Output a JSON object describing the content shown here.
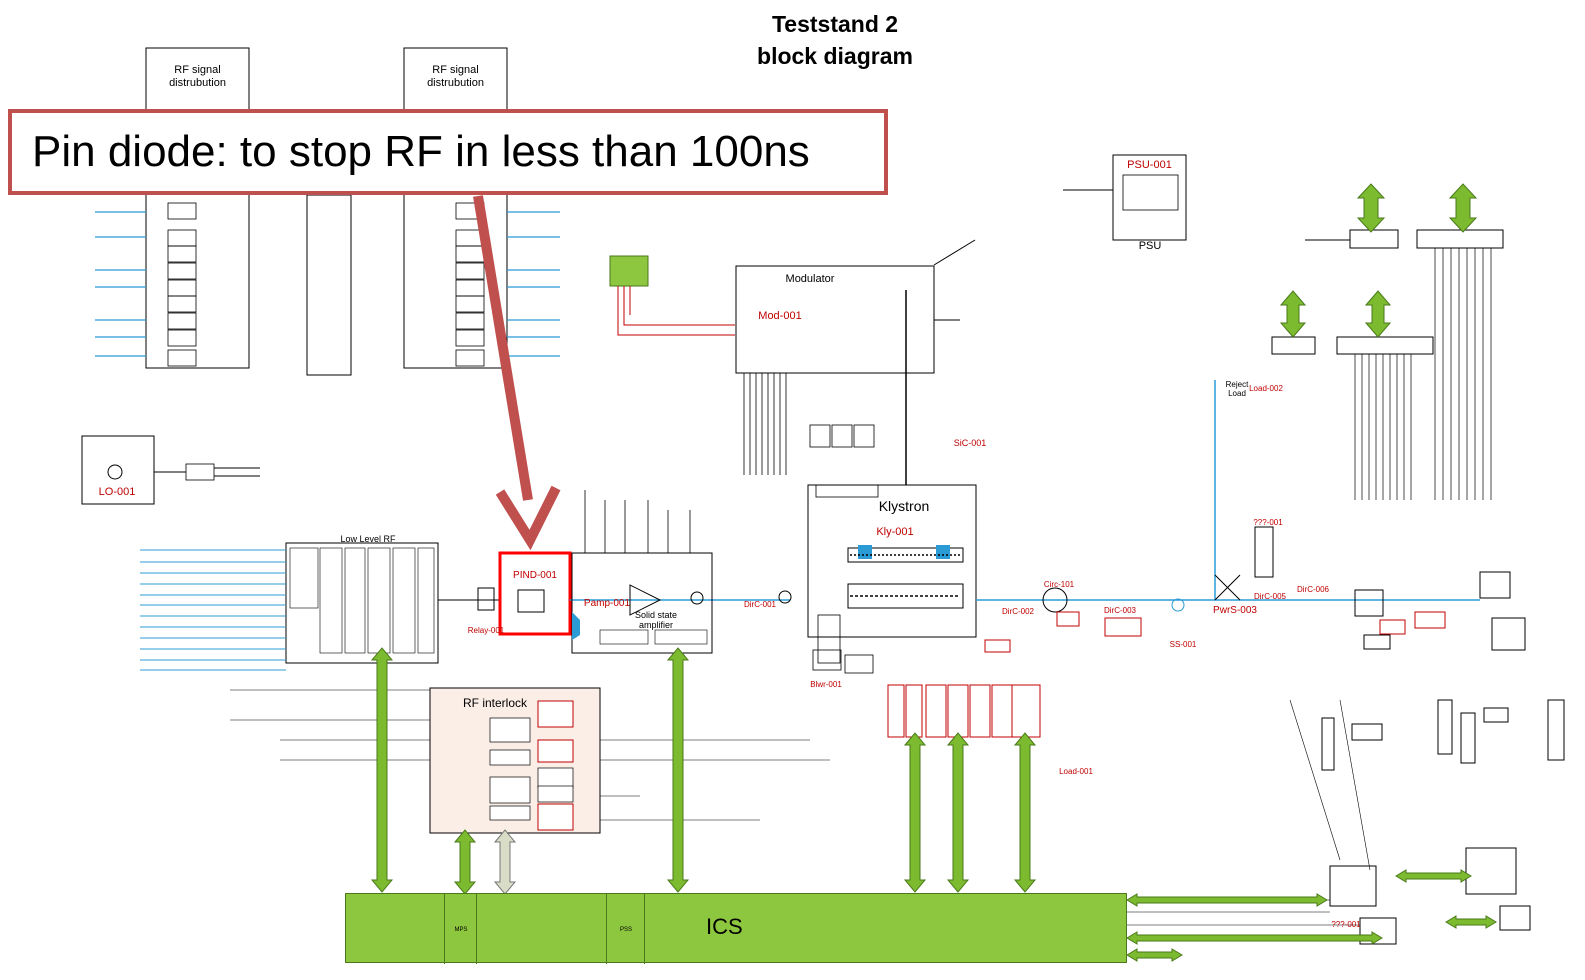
{
  "title": {
    "line1": "Teststand 2",
    "line2": "block diagram"
  },
  "callout": "Pin diode: to stop RF in less than 100ns",
  "blocks": {
    "rf_dist1": "RF signal distrubution",
    "rf_dist2": "RF signal distrubution",
    "psu_id": "PSU-001",
    "psu": "PSU",
    "modulator": "Modulator",
    "mod_id": "Mod-001",
    "klystron": "Klystron",
    "kly_id": "Kly-001",
    "lo_id": "LO-001",
    "llrf": "Low Level RF",
    "pind": "PIND-001",
    "pamp": "Pamp-001",
    "ssa": "Solid state amplifier",
    "rf_interlock": "RF interlock",
    "ics": "ICS",
    "mps": "MPS",
    "pss": "PSS",
    "reject_load": "Reject Load",
    "load002": "Load-002",
    "load001": "Load-001",
    "sic001": "SiC-001",
    "pwrs003": "PwrS-003",
    "dirc003": "DirC-003",
    "dirc002": "DirC-002",
    "dirc001": "DirC-001",
    "dirc005": "DirC-005",
    "dirc006": "DirC-006",
    "circ101": "Circ-101",
    "ss001": "SS-001",
    "blwr001": "Blwr-001",
    "relay": "Relay-001",
    "ttt001": "???-001",
    "ttt001b": "???-001"
  },
  "colors": {
    "callout_border": "#c0504d",
    "arrow": "#c0504d",
    "ics_fill": "#8dc63f",
    "green_arrow": "#7cbb2f",
    "pind_border": "#ff0000"
  }
}
